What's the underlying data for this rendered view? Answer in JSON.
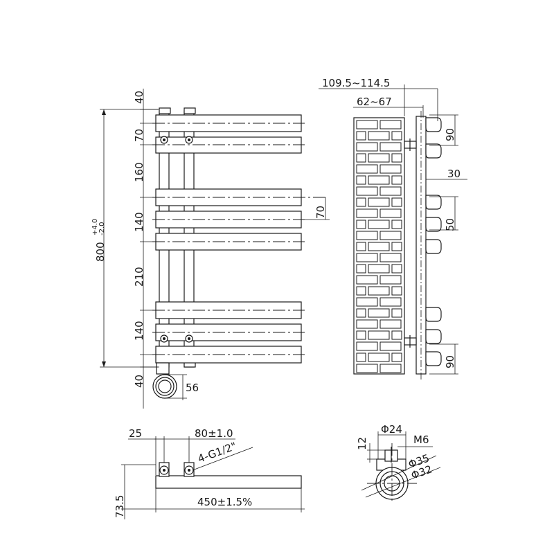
{
  "front_view": {
    "height_main": "800",
    "height_tol_plus": "+4.0",
    "height_tol_minus": "-2.0",
    "segments": [
      "40",
      "70",
      "160",
      "140",
      "210",
      "140",
      "40"
    ],
    "pitch_right": "70",
    "valve_height": "56"
  },
  "side_view": {
    "depth_total": "109.5~114.5",
    "depth_wall": "62~67",
    "top_offset": "90",
    "bar_gap": "30",
    "bar_pitch": "50",
    "bottom_offset": "90"
  },
  "bottom_view": {
    "edge_offset": "25",
    "pipe_spacing": "80±1.0",
    "connections": "4-G1/2\"",
    "width": "450±1.5%",
    "depth": "73.5"
  },
  "detail_view": {
    "dia_top": "Φ24",
    "offset": "12",
    "screw": "M6",
    "dia_outer": "Φ35",
    "dia_inner": "Φ32"
  }
}
